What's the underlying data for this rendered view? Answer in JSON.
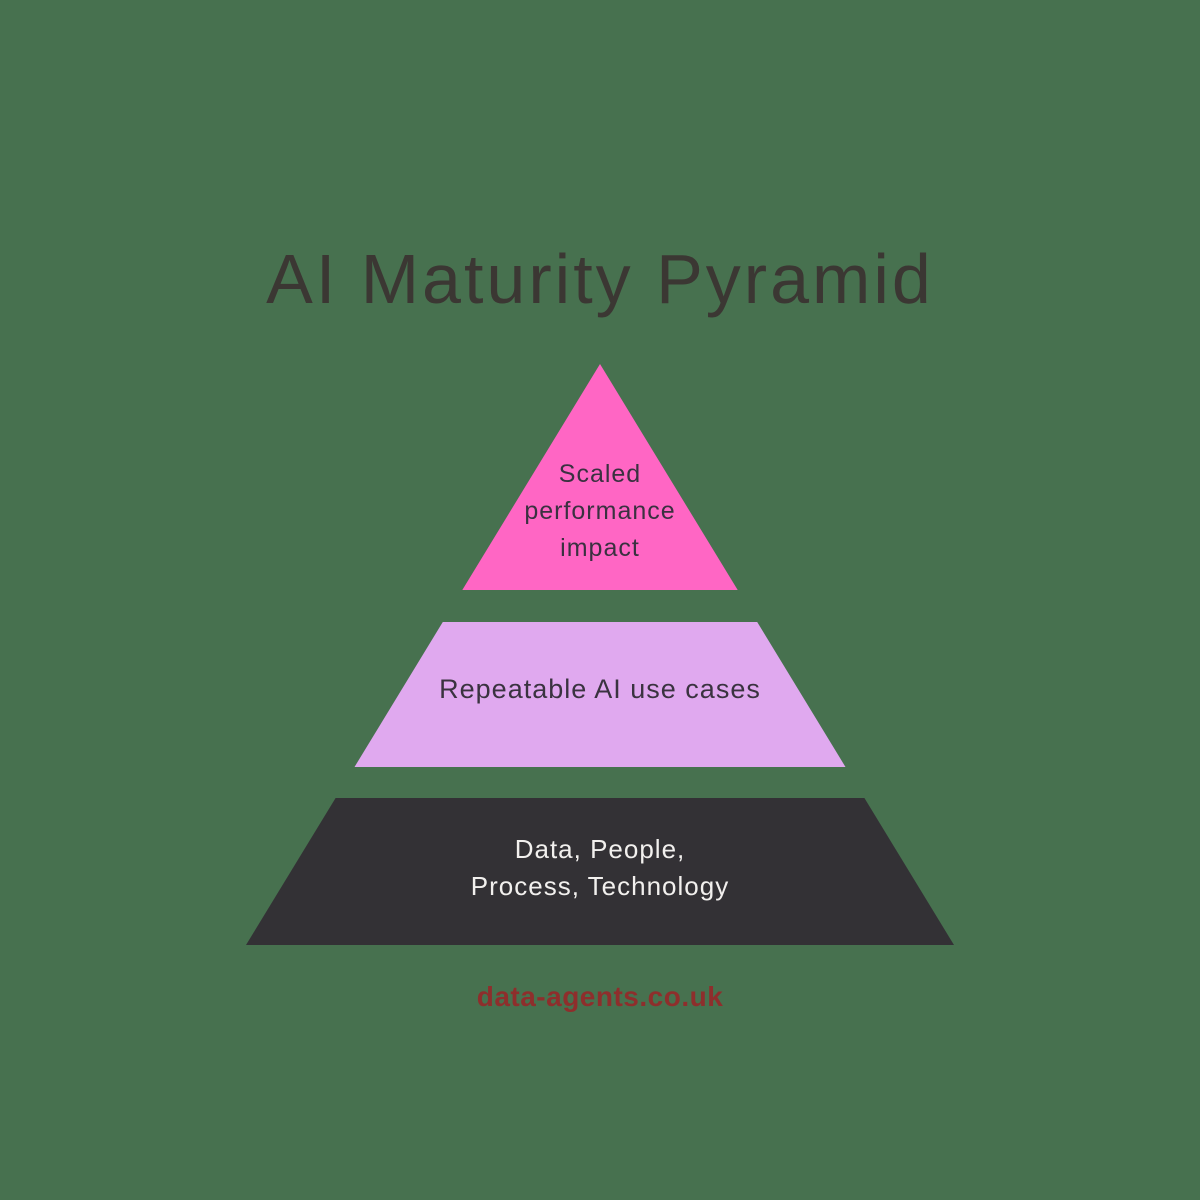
{
  "title": "AI Maturity Pyramid",
  "title_color": "#3b3733",
  "background_color": "#47714f",
  "pyramid": {
    "levels": [
      {
        "id": "top",
        "shape": "triangle",
        "fill": "#ff66c4",
        "text_color": "#3a3140",
        "lines": [
          "Scaled",
          "performance",
          "impact"
        ],
        "label": "Scaled performance impact"
      },
      {
        "id": "middle",
        "shape": "trapezoid",
        "fill": "#e0a9ef",
        "text_color": "#3a3340",
        "lines": [
          "Repeatable AI use cases"
        ],
        "label": "Repeatable AI use cases"
      },
      {
        "id": "bottom",
        "shape": "trapezoid",
        "fill": "#333135",
        "text_color": "#f2f0ee",
        "lines": [
          "Data, People,",
          "Process, Technology"
        ],
        "label": "Data, People, Process, Technology"
      }
    ]
  },
  "footer": {
    "website": "data-agents.co.uk",
    "color": "#8e2e2c"
  }
}
